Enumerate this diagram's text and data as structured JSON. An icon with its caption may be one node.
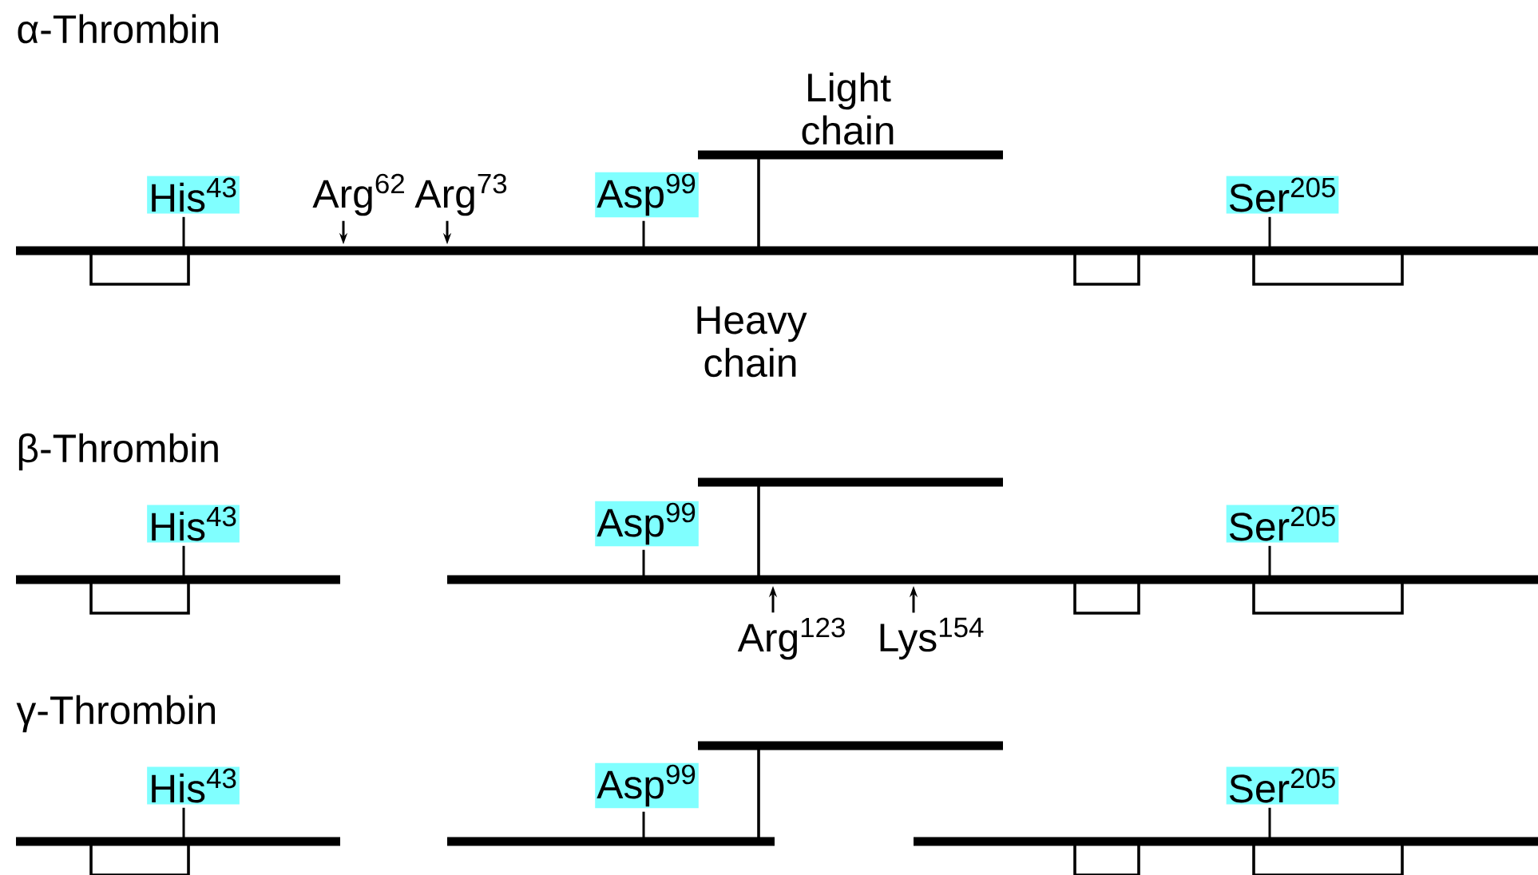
{
  "diagram": {
    "nodes": [
      {
        "text": [
          "His$^{43}$"
        ]
      },
      {
        "text": [
          "Arg$^{62}$"
        ]
      },
      {
        "text": [
          "Arg$^{73}$"
        ]
      },
      {
        "text": [
          "Asp$^{99}$"
        ]
      },
      {
        "text": [
          "Ser$^{205}$"
        ]
      },
      {
        "text": [
          "His$^{43}$"
        ]
      },
      {
        "text": [
          "Asp$^{99}$"
        ]
      },
      {
        "text": [
          "Ser$^{205}$"
        ]
      },
      {
        "text": [
          "Arg$^{123}$"
        ]
      },
      {
        "text": [
          "Lys$^{154}$"
        ]
      },
      {
        "text": [
          "His$^{43}$"
        ]
      },
      {
        "text": [
          "Asp$^{99}$"
        ]
      },
      {
        "text": [
          "Ser$^{205}$"
        ]
      }
    ],
    "edges": [
      {
        "from": 0,
        "to": null,
        "arrow": "none"
      },
      {
        "from": 1,
        "to": null,
        "arrow": "to"
      },
      {
        "from": 2,
        "to": null,
        "arrow": "to"
      },
      {
        "from": 3,
        "to": null,
        "arrow": "none"
      },
      {
        "from": 4,
        "to": null,
        "arrow": "none"
      },
      {
        "from": 5,
        "to": null,
        "arrow": "none"
      },
      {
        "from": 6,
        "to": null,
        "arrow": "none"
      },
      {
        "from": 7,
        "to": null,
        "arrow": "none"
      },
      {
        "from": 8,
        "to": null,
        "arrow": "to"
      },
      {
        "from": 9,
        "to": null,
        "arrow": "to"
      },
      {
        "from": 10,
        "to": null,
        "arrow": "none"
      },
      {
        "from": 11,
        "to": null,
        "arrow": "none"
      },
      {
        "from": 12,
        "to": null,
        "arrow": "none"
      }
    ],
    "labels": [
      "α-Thrombin",
      "Light chain",
      "Heavy chain",
      "β-Thrombin",
      "γ-Thrombin"
    ]
  }
}
